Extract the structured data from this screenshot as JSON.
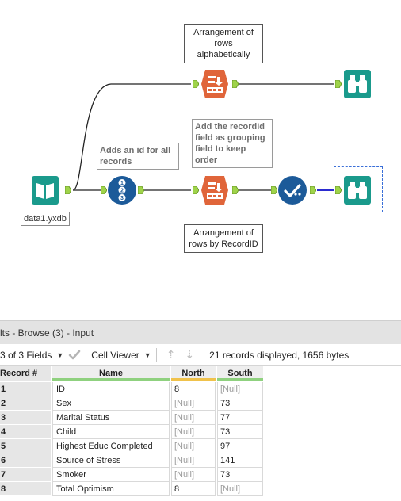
{
  "workflow": {
    "annotations": {
      "sort_top": "Arrangement of rows alphabetically",
      "record_id": "Adds an id for all records",
      "grouping": "Add the recordId field as grouping field to keep order",
      "sort_bottom": "Arrangement of rows by RecordID"
    },
    "input_label": "data1.yxdb",
    "record_id_digits": [
      "1",
      "2",
      "3"
    ]
  },
  "results": {
    "title": "lts - Browse (3) - Input",
    "toolbar": {
      "fields_label": "3 of 3 Fields",
      "cell_viewer_label": "Cell Viewer",
      "status": "21 records displayed, 1656 bytes"
    },
    "columns": {
      "record": "Record #",
      "name": "Name",
      "north": "North",
      "south": "South"
    },
    "rows": [
      {
        "record": "1",
        "name": "ID",
        "north": "8",
        "south": "[Null]"
      },
      {
        "record": "2",
        "name": "Sex",
        "north": "[Null]",
        "south": "73"
      },
      {
        "record": "3",
        "name": "Marital Status",
        "north": "[Null]",
        "south": "77"
      },
      {
        "record": "4",
        "name": "Child",
        "north": "[Null]",
        "south": "73"
      },
      {
        "record": "5",
        "name": "Highest Educ Completed",
        "north": "[Null]",
        "south": "97"
      },
      {
        "record": "6",
        "name": "Source of Stress",
        "north": "[Null]",
        "south": "141"
      },
      {
        "record": "7",
        "name": "Smoker",
        "north": "[Null]",
        "south": "73"
      },
      {
        "record": "8",
        "name": "Total Optimism",
        "north": "8",
        "south": "[Null]"
      }
    ]
  },
  "colors": {
    "input_teal": "#1a9a8c",
    "sort_orange": "#e0653a",
    "recordid_blue": "#1c5a99",
    "select_blue": "#1c5a99",
    "browse_teal": "#1a9a8c",
    "anchor_green": "#9fd34a",
    "wire_blue": "#2b2bd0"
  }
}
